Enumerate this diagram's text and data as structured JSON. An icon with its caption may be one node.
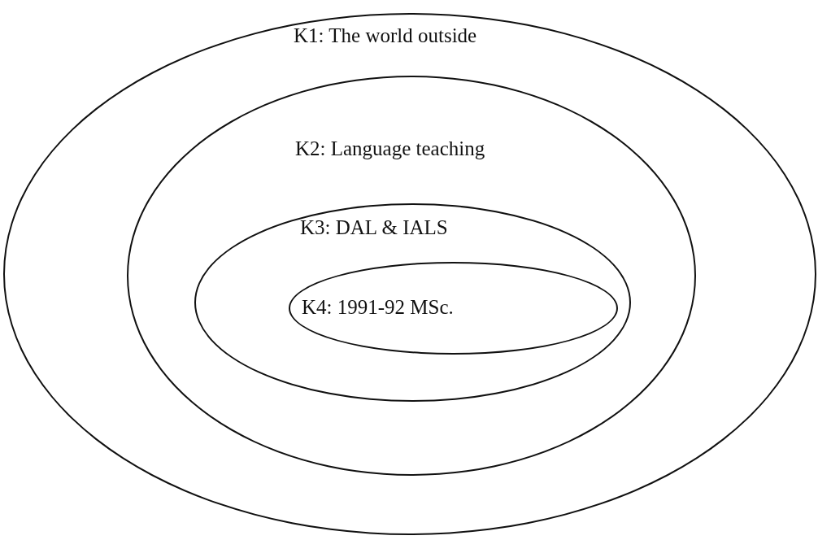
{
  "diagram": {
    "nodes": [
      {
        "text": [
          "K1: The world outside"
        ]
      },
      {
        "text": [
          "K2: Language teaching"
        ],
        "in": 0
      },
      {
        "text": [
          "K3: DAL & IALS"
        ],
        "in": 1
      },
      {
        "text": [
          "K4: 1991-92 MSc."
        ],
        "in": 2
      }
    ]
  }
}
